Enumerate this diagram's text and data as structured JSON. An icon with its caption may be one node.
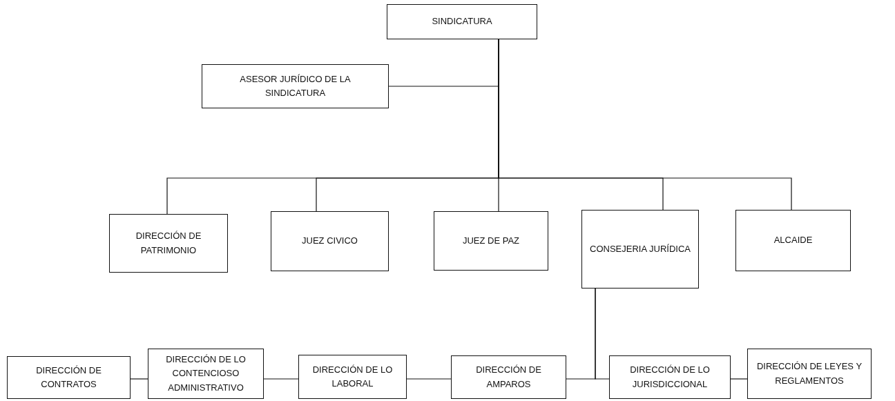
{
  "diagram": {
    "nodes": [
      {
        "text": [
          "SINDICATURA"
        ]
      },
      {
        "text": [
          "ASESOR JURÍDICO DE LA SINDICATURA"
        ]
      },
      {
        "text": [
          "DIRECCIÓN DE PATRIMONIO"
        ]
      },
      {
        "text": [
          "JUEZ CIVICO"
        ]
      },
      {
        "text": [
          "JUEZ DE PAZ"
        ]
      },
      {
        "text": [
          "CONSEJERIA JURÍDICA"
        ]
      },
      {
        "text": [
          "ALCAIDE"
        ]
      },
      {
        "text": [
          "DIRECCIÓN DE CONTRATOS"
        ]
      },
      {
        "text": [
          "DIRECCIÓN DE LO CONTENCIOSO ADMINISTRATIVO"
        ]
      },
      {
        "text": [
          "DIRECCIÓN DE LO LABORAL"
        ]
      },
      {
        "text": [
          "DIRECCIÓN DE AMPAROS"
        ]
      },
      {
        "text": [
          "DIRECCIÓN DE LO JURISDICCIONAL"
        ]
      },
      {
        "text": [
          "DIRECCIÓN DE LEYES Y REGLAMENTOS"
        ]
      }
    ],
    "edges": [
      {
        "from": 0,
        "to": 1,
        "arrow": "none"
      },
      {
        "from": 0,
        "to": 2,
        "arrow": "none"
      },
      {
        "from": 0,
        "to": 3,
        "arrow": "none"
      },
      {
        "from": 0,
        "to": 4,
        "arrow": "none"
      },
      {
        "from": 0,
        "to": 5,
        "arrow": "none"
      },
      {
        "from": 0,
        "to": 6,
        "arrow": "none"
      },
      {
        "from": 5,
        "to": 10,
        "arrow": "none"
      },
      {
        "from": 5,
        "to": 11,
        "arrow": "none"
      },
      {
        "from": 7,
        "to": 8,
        "arrow": "none"
      },
      {
        "from": 8,
        "to": 9,
        "arrow": "none"
      },
      {
        "from": 9,
        "to": 10,
        "arrow": "none"
      },
      {
        "from": 11,
        "to": 12,
        "arrow": "none"
      }
    ]
  }
}
